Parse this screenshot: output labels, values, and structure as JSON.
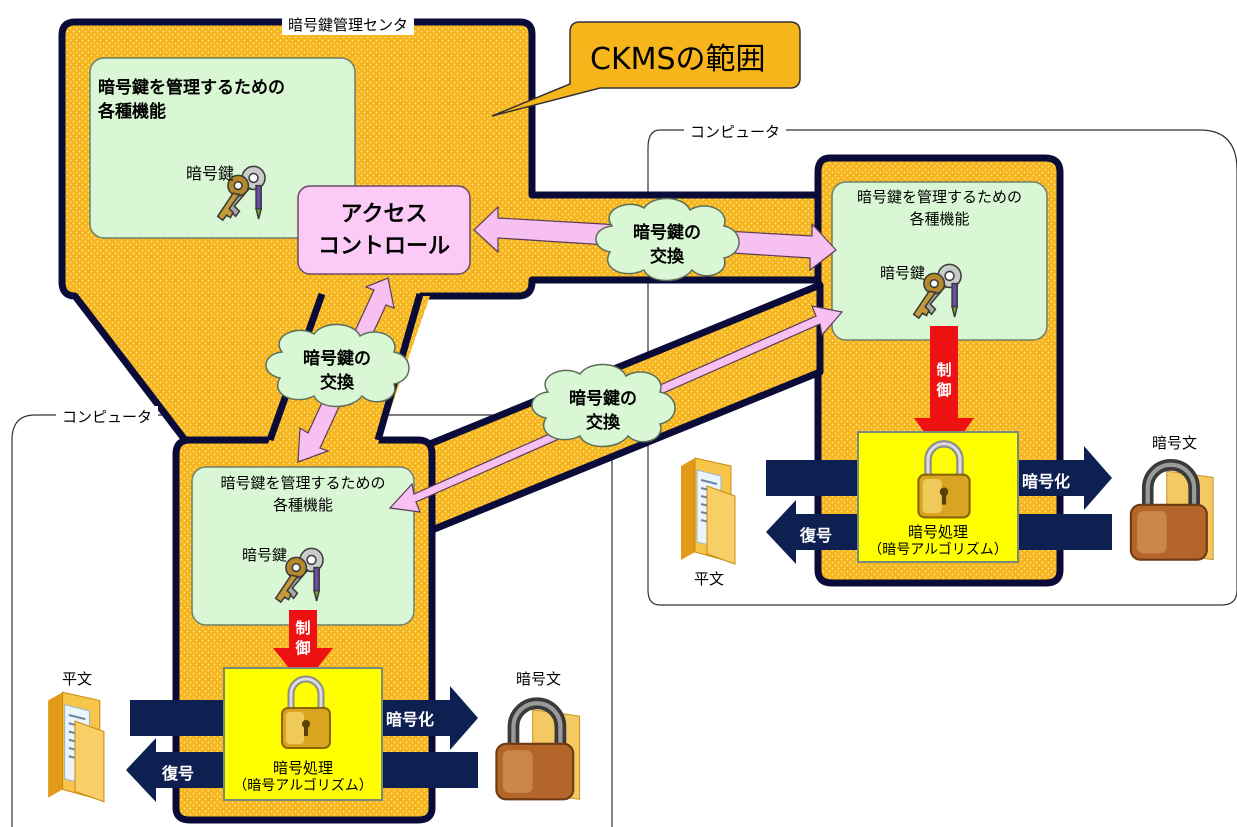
{
  "center": {
    "section_label": "暗号鍵管理センタ",
    "func_line1": "暗号鍵を管理するための",
    "func_line2": "各種機能",
    "key_label": "暗号鍵"
  },
  "callout": {
    "text": "CKMSの範囲"
  },
  "access_control": {
    "line1": "アクセス",
    "line2": "コントロール"
  },
  "exchange": {
    "line1": "暗号鍵の",
    "line2": "交換"
  },
  "computer_right": {
    "section_label": "コンピュータ",
    "func_line1": "暗号鍵を管理するための",
    "func_line2": "各種機能",
    "key_label": "暗号鍵",
    "control": "制御",
    "encrypt": "暗号化",
    "decrypt": "復号",
    "proc_line1": "暗号処理",
    "proc_line2": "（暗号アルゴリズム）",
    "plaintext": "平文",
    "ciphertext": "暗号文"
  },
  "computer_left": {
    "section_label": "コンピュータ",
    "func_line1": "暗号鍵を管理するための",
    "func_line2": "各種機能",
    "key_label": "暗号鍵",
    "control": "制御",
    "encrypt": "暗号化",
    "decrypt": "復号",
    "proc_line1": "暗号処理",
    "proc_line2": "（暗号アルゴリズム）",
    "plaintext": "平文",
    "ciphertext": "暗号文"
  },
  "colors": {
    "ckms": "#f7b51c",
    "ckms_border": "#0b0b3a",
    "func_box": "#d9f7d4",
    "access_box": "#fbcaf6",
    "exchange_arrow": "#f6c0f0",
    "control_arrow": "#ee1111",
    "crypto_box": "#ffff00",
    "flow_arrow": "#0e1f52"
  }
}
